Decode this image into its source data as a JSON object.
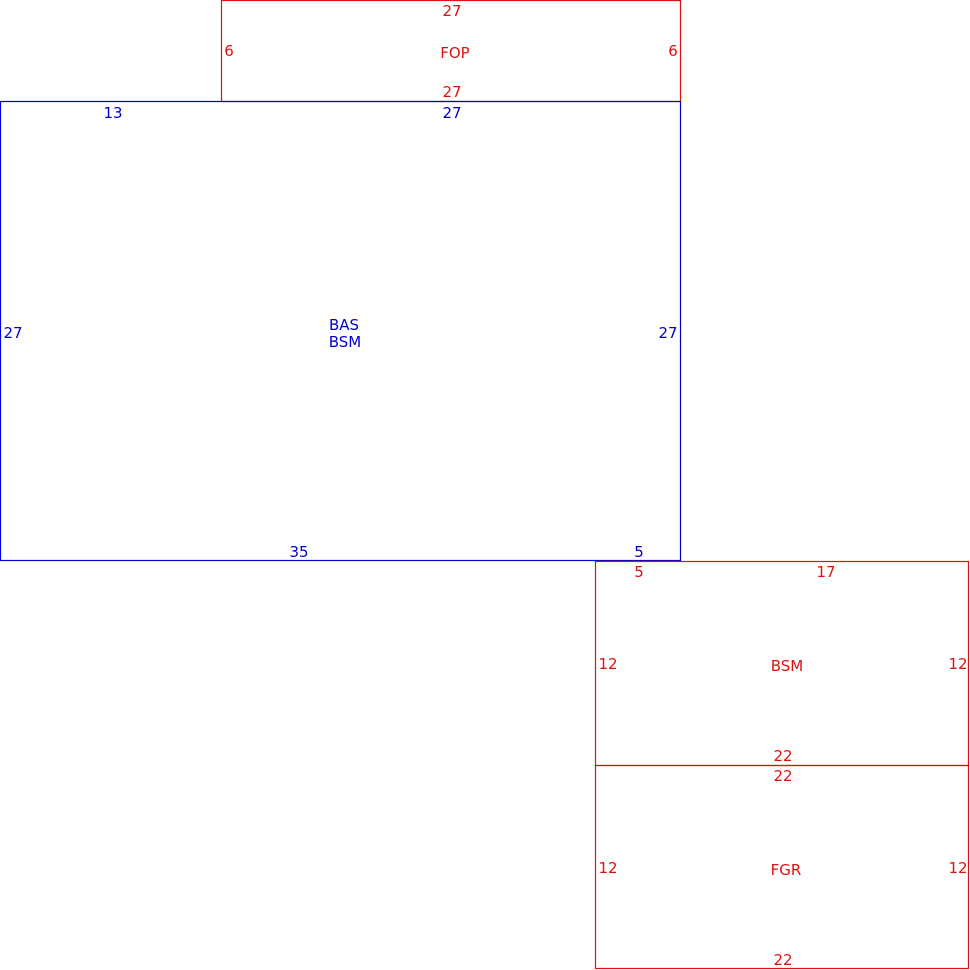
{
  "colors": {
    "blue": "#0000cc",
    "red": "#dd1111",
    "background": "#ffffff"
  },
  "areas": {
    "fop": {
      "name": "FOP",
      "dims": {
        "top": "27",
        "left": "6",
        "right": "6",
        "bottom": "27"
      }
    },
    "main": {
      "names": [
        "BAS",
        "BSM"
      ],
      "dims": {
        "top_left": "13",
        "top": "27",
        "left": "27",
        "right": "27",
        "bottom": "35",
        "bottom_right": "5"
      }
    },
    "bsm": {
      "name": "BSM",
      "dims": {
        "top_left": "5",
        "top": "17",
        "left": "12",
        "right": "12",
        "bottom": "22"
      }
    },
    "fgr": {
      "name": "FGR",
      "dims": {
        "top": "22",
        "left": "12",
        "right": "12",
        "bottom": "22"
      }
    }
  }
}
